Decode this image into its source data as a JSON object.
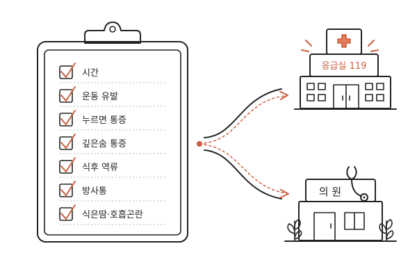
{
  "checklist": {
    "items": [
      {
        "label": "시간",
        "checked": true
      },
      {
        "label": "운동 유발",
        "checked": true
      },
      {
        "label": "누르면 통증",
        "checked": true
      },
      {
        "label": "깊은숨 통증",
        "checked": true
      },
      {
        "label": "식후 역류",
        "checked": true
      },
      {
        "label": "방사통",
        "checked": true
      },
      {
        "label": "식은땀·호흡곤란",
        "checked": true
      }
    ]
  },
  "destinations": {
    "emergency": {
      "sign": "응급실 119",
      "icon": "medical-cross-icon"
    },
    "clinic": {
      "sign": "의 원",
      "icon": "stethoscope-icon"
    }
  },
  "colors": {
    "ink": "#222222",
    "accent": "#c9603f",
    "rule": "#b5b5b5",
    "background": "#ffffff"
  }
}
